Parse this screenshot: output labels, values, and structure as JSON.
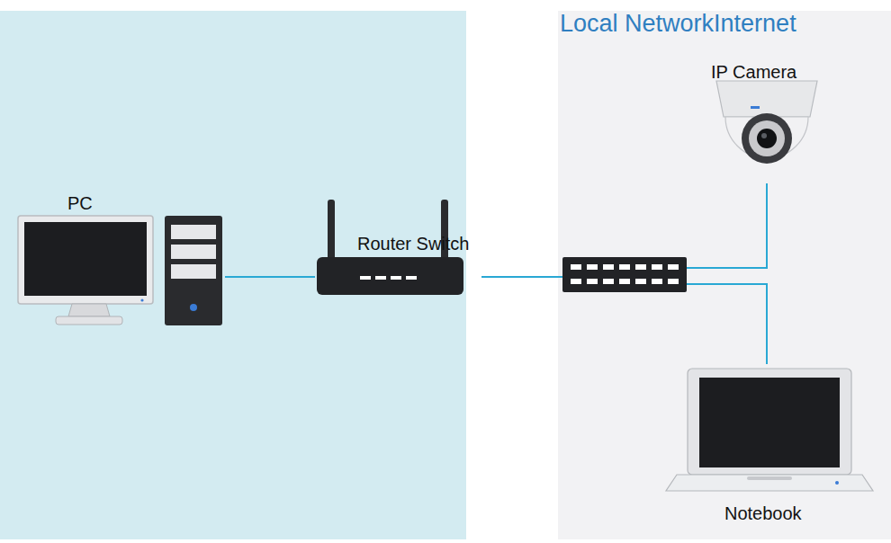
{
  "diagram": {
    "title": "Local NetworkInternet",
    "nodes": [
      {
        "text": [
          "PC"
        ]
      },
      {
        "text": [
          "Router Switch"
        ]
      },
      {
        "text": [
          "IP Camera"
        ]
      },
      {
        "text": [
          "Notebook"
        ]
      }
    ],
    "edges": [
      {
        "from": 0,
        "to": 1,
        "arrow": "none"
      },
      {
        "from": 1,
        "to": 2,
        "arrow": "none"
      },
      {
        "from": 1,
        "to": 3,
        "arrow": "none"
      }
    ]
  }
}
